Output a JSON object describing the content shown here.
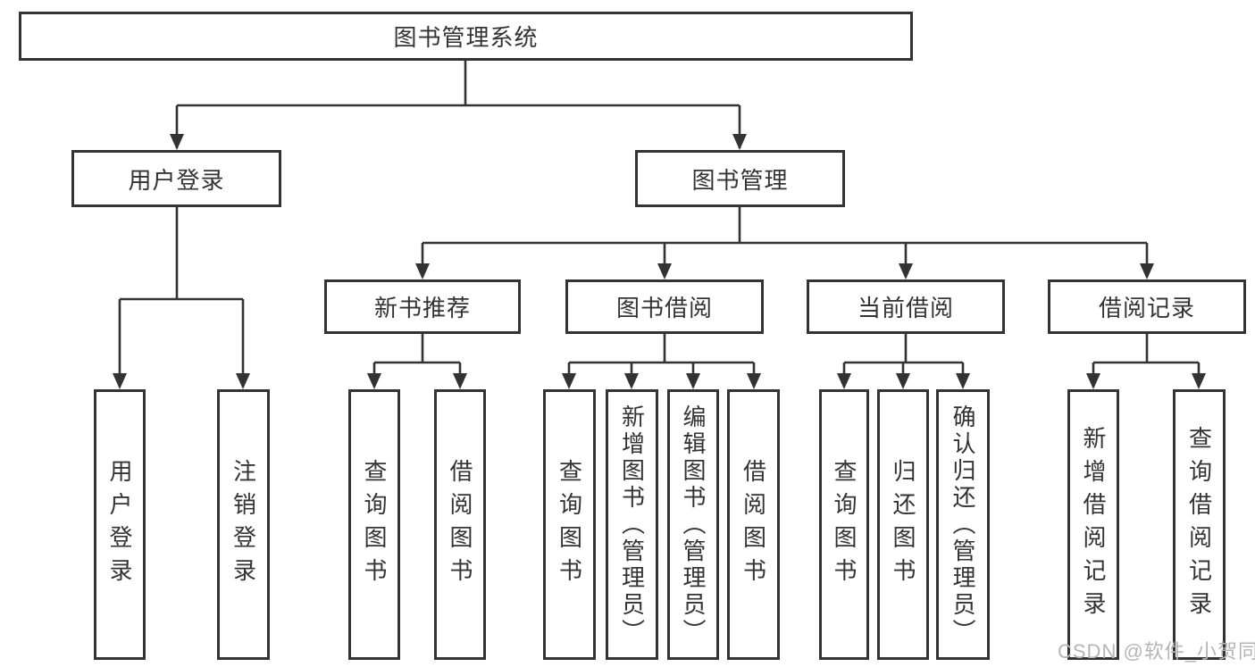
{
  "tree": {
    "root": {
      "label": "图书管理系统"
    },
    "branches": [
      {
        "label": "用户登录",
        "children": [
          {
            "label": "用户登录"
          },
          {
            "label": "注销登录"
          }
        ]
      },
      {
        "label": "图书管理",
        "children": [
          {
            "label": "新书推荐",
            "children": [
              {
                "label": "查询图书"
              },
              {
                "label": "借阅图书"
              }
            ]
          },
          {
            "label": "图书借阅",
            "children": [
              {
                "label": "查询图书"
              },
              {
                "label": "新增图书（管理员）"
              },
              {
                "label": "编辑图书（管理员）"
              },
              {
                "label": "借阅图书"
              }
            ]
          },
          {
            "label": "当前借阅",
            "children": [
              {
                "label": "查询图书"
              },
              {
                "label": "归还图书"
              },
              {
                "label": "确认归还（管理员）"
              }
            ]
          },
          {
            "label": "借阅记录",
            "children": [
              {
                "label": "新增借阅记录"
              },
              {
                "label": "查询借阅记录"
              }
            ]
          }
        ]
      }
    ]
  },
  "watermark": "CSDN @软件_小贺同学",
  "colors": {
    "line": "#333333",
    "text": "#333333",
    "box_background": "#ffffff",
    "watermark": "#b5b5b5",
    "background": "#ffffff"
  }
}
